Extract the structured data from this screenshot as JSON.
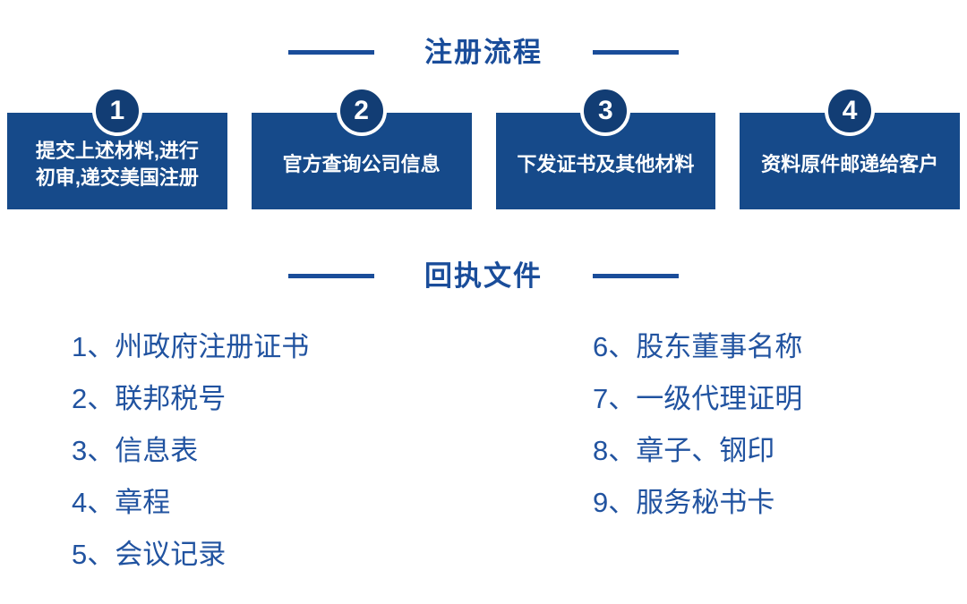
{
  "colors": {
    "accent_title": "#1a4d9a",
    "step_box": "#164a8a",
    "step_circle": "#123d74",
    "step_text": "#ffffff",
    "list_text": "#2153a0",
    "background": "#ffffff"
  },
  "process": {
    "title": "注册流程",
    "steps": [
      {
        "number": "1",
        "lines": [
          "提交上述材料,进行",
          "初审,递交美国注册"
        ]
      },
      {
        "number": "2",
        "lines": [
          "官方查询公司信息"
        ]
      },
      {
        "number": "3",
        "lines": [
          "下发证书及其他材料"
        ]
      },
      {
        "number": "4",
        "lines": [
          "资料原件邮递给客户"
        ]
      }
    ]
  },
  "documents": {
    "title": "回执文件",
    "items_left": [
      "1、州政府注册证书",
      "2、联邦税号",
      "3、信息表",
      "4、章程",
      "5、会议记录"
    ],
    "items_right": [
      "6、股东董事名称",
      "7、一级代理证明",
      "8、章子、钢印",
      "9、服务秘书卡"
    ]
  }
}
